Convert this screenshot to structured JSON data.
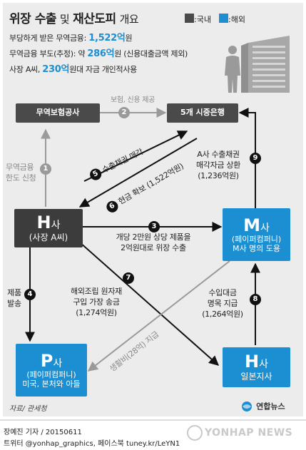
{
  "title": {
    "part1": "위장 수출",
    "part2": "및",
    "part3": "재산도피",
    "part4": "개요"
  },
  "legend": {
    "domestic": ":국내",
    "overseas": ":해외"
  },
  "colors": {
    "domestic": "#4a4a4a",
    "overseas": "#1b8fd1"
  },
  "facts": [
    {
      "pre": "부당하게 받은 무역금융: ",
      "hl": "1,522억",
      "post": "원"
    },
    {
      "pre": "무역금융 부도(추정): 약 ",
      "hl": "286억",
      "post": "원 (신용대출금액 제외)"
    },
    {
      "pre": "사장 A씨, ",
      "hl": "230억",
      "post": "원대 자금 개인적사용"
    }
  ],
  "nodes": {
    "insurance": "무역보험공사",
    "banks": "5개 시중은행",
    "h": {
      "main": "H",
      "suffix": "사",
      "sub": "(사장 A씨)"
    },
    "m": {
      "main": "M",
      "suffix": "사",
      "sub1": "(페이퍼컴퍼니)",
      "sub2": "M사 명의 도용"
    },
    "p": {
      "main": "P",
      "suffix": "사",
      "sub1": "(페이퍼컴퍼니)",
      "sub2": "미국, 본처와 아들"
    },
    "hj": {
      "main": "H",
      "suffix": "사",
      "sub": "일본지사"
    }
  },
  "steps": {
    "s1": {
      "n": "1",
      "line1": "무역금융",
      "line2": "한도 신청"
    },
    "s2": {
      "n": "2",
      "text": "보험, 신용 제공"
    },
    "s3": {
      "n": "3",
      "line1": "개당 2만원 상당 제품을",
      "line2": "2억원대로 위장 수출"
    },
    "s4": {
      "n": "4",
      "line1": "제품",
      "line2": "발송"
    },
    "s5": {
      "n": "5",
      "text": "수출채권 매각"
    },
    "s6": {
      "n": "6",
      "text": "현금 확보 (1,522억원)"
    },
    "s7": {
      "n": "7",
      "line1": "해외조립 원자재",
      "line2": "구입 가장 송금",
      "line3": "(1,274억원)"
    },
    "s8": {
      "n": "8",
      "line1": "수입대금",
      "line2": "명목 지급",
      "line3": "(1,264억원)"
    },
    "s9": {
      "n": "9",
      "line1": "A사 수출채권",
      "line2": "매각자금 상환",
      "line3": "(1,236억원)"
    },
    "living": "생활비(28억) 지급"
  },
  "source": "자료/ 관세청",
  "logo": "연합뉴스",
  "credit": "장예진 기자 / 20150611",
  "social": "트위터 @yonhap_graphics, 페이스북 tuney.kr/LeYN1",
  "watermark": "YONHAP NEWS"
}
